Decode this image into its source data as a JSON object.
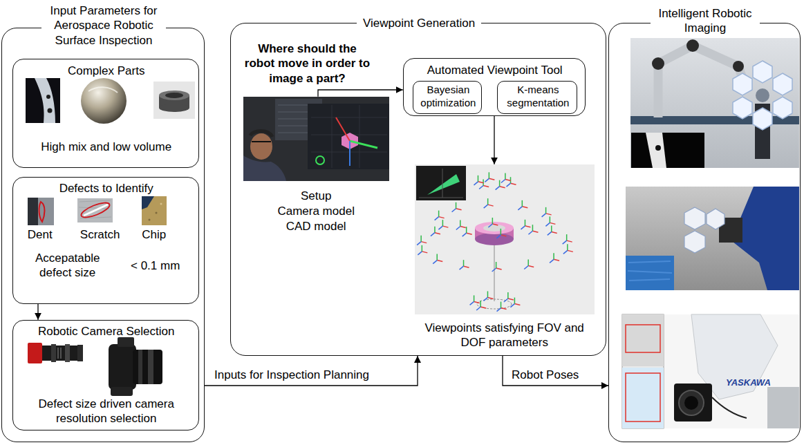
{
  "diagram": {
    "nodes": [
      {
        "text": [
          "Input Parameters for Aerospace Robotic Surface Inspection"
        ]
      },
      {
        "text": [
          "Complex Parts",
          "High mix and low volume"
        ],
        "in": 0
      },
      {
        "text": [
          "Defects to Identify",
          "Dent",
          "Scratch",
          "Chip",
          "Accepatable defect size",
          "< 0.1 mm"
        ],
        "in": 0
      },
      {
        "text": [
          "Robotic Camera Selection",
          "Defect size driven camera resolution selection"
        ],
        "in": 0
      },
      {
        "text": [
          "Viewpoint Generation"
        ]
      },
      {
        "text": [
          "Automated Viewpoint Tool"
        ],
        "in": 4
      },
      {
        "text": [
          "Bayesian optimization"
        ],
        "in": 5
      },
      {
        "text": [
          "K-means segmentation"
        ],
        "in": 5
      },
      {
        "text": [
          "Setup",
          "Camera model",
          "CAD model"
        ],
        "in": 4
      },
      {
        "text": [
          "Viewpoints satisfying FOV and DOF parameters"
        ],
        "in": 4
      },
      {
        "text": [
          "Intelligent Robotic Imaging"
        ]
      }
    ],
    "edges": [
      {
        "from": 2,
        "to": 3,
        "arrow": "to"
      },
      {
        "from": 8,
        "to": 5,
        "arrow": "to"
      },
      {
        "from": 5,
        "to": 9,
        "arrow": "to"
      },
      {
        "from": 0,
        "to": 4,
        "label": "Inputs for Inspection Planning",
        "arrow": "to"
      },
      {
        "from": 4,
        "to": 10,
        "label": "Robot Poses",
        "arrow": "to"
      }
    ],
    "labels": [
      "Where should the robot move in order to image a part?",
      "YASKAWA"
    ]
  }
}
